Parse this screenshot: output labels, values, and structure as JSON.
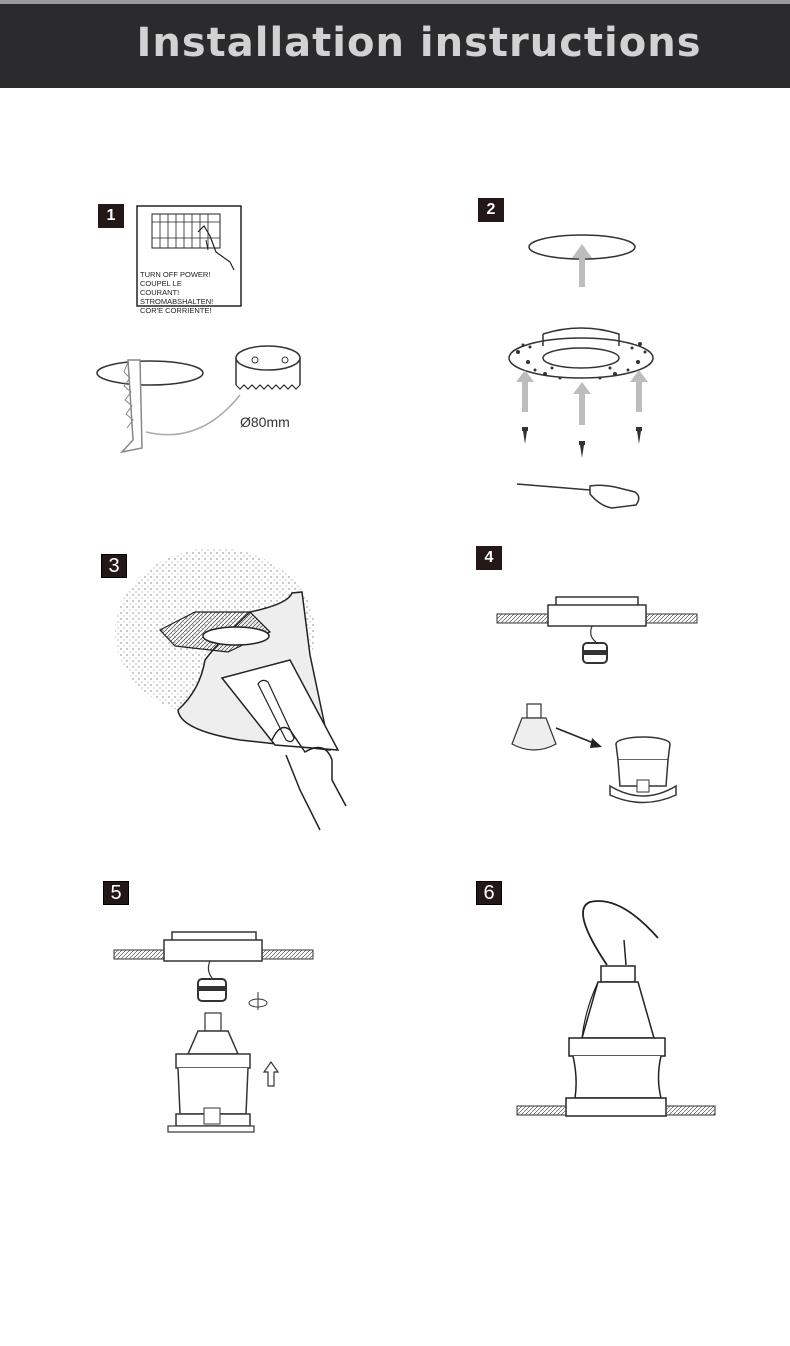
{
  "header": {
    "title": "Installation instructions",
    "background": "#2b2b2d",
    "text_color": "#d2d2d2"
  },
  "steps": [
    {
      "number": "1",
      "warning_lines": [
        "TURN OFF POWER!",
        "COUPEL LE COURANT!",
        "STROMABSHALTEN!",
        "COR'E CORRIENTE!"
      ],
      "hole_diameter": "Ø80mm"
    },
    {
      "number": "2"
    },
    {
      "number": "3"
    },
    {
      "number": "4"
    },
    {
      "number": "5"
    },
    {
      "number": "6"
    }
  ],
  "colors": {
    "arrow_gray": "#bdbdbd",
    "badge": "#231815",
    "line": "#222222"
  }
}
